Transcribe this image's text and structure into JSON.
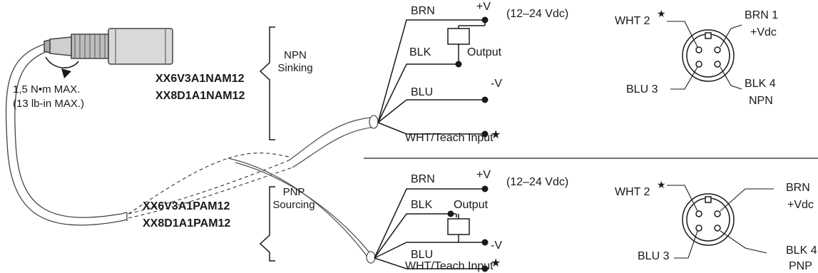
{
  "sensor": {
    "torque_line1": "1,5 N•m MAX.",
    "torque_line2": "(13 lb-in MAX.)"
  },
  "npn": {
    "model_1": "XX6V3A1NAM12",
    "model_2": "XX8D1A1NAM12",
    "type_line1": "NPN",
    "type_line2": "Sinking",
    "wire_brn": "BRN",
    "supply_plus": "+V",
    "supply_range": "(12–24 Vdc)",
    "wire_blk": "BLK",
    "output_label": "Output",
    "wire_blu": "BLU",
    "supply_minus": "-V",
    "teach_label": "WHT/Teach Input",
    "connector": {
      "pin2": "WHT 2",
      "pin1_line1": "BRN 1",
      "pin1_line2": "+Vdc",
      "pin3": "BLU 3",
      "pin4_line1": "BLK 4",
      "pin4_line2": "NPN"
    }
  },
  "pnp": {
    "model_1": "XX6V3A1PAM12",
    "model_2": "XX8D1A1PAM12",
    "type_line1": "PNP",
    "type_line2": "Sourcing",
    "wire_brn": "BRN",
    "supply_plus": "+V",
    "supply_range": "(12–24 Vdc)",
    "wire_blk": "BLK",
    "output_label": "Output",
    "wire_blu": "BLU",
    "supply_minus": "-V",
    "teach_label": "WHT/Teach Input",
    "connector": {
      "pin2": "WHT 2",
      "pin1_line1": "BRN",
      "pin1_line2": "+Vdc",
      "pin3": "BLU 3",
      "pin4_line1": "BLK 4",
      "pin4_line2": "PNP"
    }
  },
  "star_glyph": "★",
  "line_color": "#1a1a1a"
}
